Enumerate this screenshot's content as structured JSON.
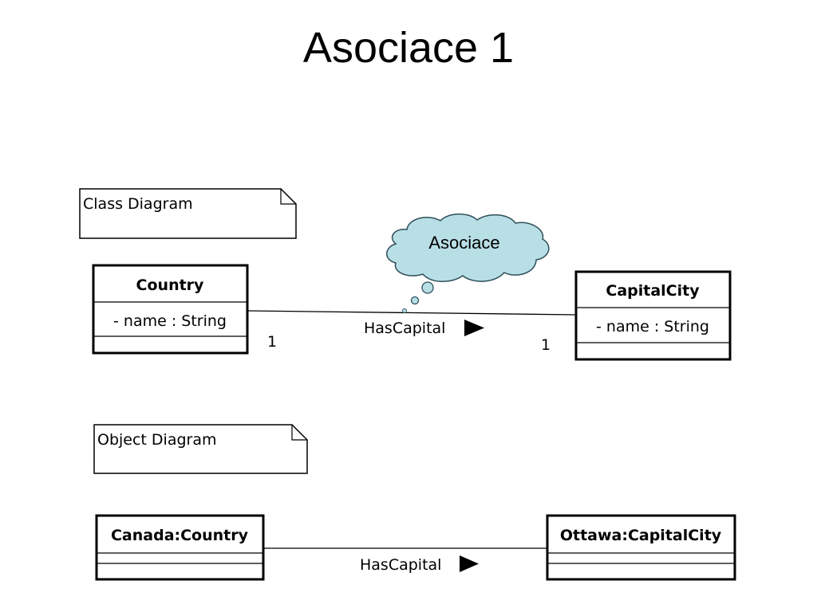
{
  "slide": {
    "title": "Asociace 1"
  },
  "class_diagram": {
    "note": "Class Diagram",
    "left_class": {
      "name": "Country",
      "attribute": "- name : String"
    },
    "right_class": {
      "name": "CapitalCity",
      "attribute": "- name : String"
    },
    "association": {
      "label": "HasCapital",
      "left_multiplicity": "1",
      "right_multiplicity": "1"
    },
    "callout": "Asociace"
  },
  "object_diagram": {
    "note": "Object Diagram",
    "left_object": {
      "name": "Canada:Country"
    },
    "right_object": {
      "name": "Ottawa:CapitalCity"
    },
    "link": {
      "label": "HasCapital"
    }
  },
  "colors": {
    "line": "#000000",
    "callout_fill": "#b9dfe6",
    "callout_stroke": "#2f4f5a"
  },
  "icons": {
    "direction_marker": "right-triangle-icon"
  }
}
